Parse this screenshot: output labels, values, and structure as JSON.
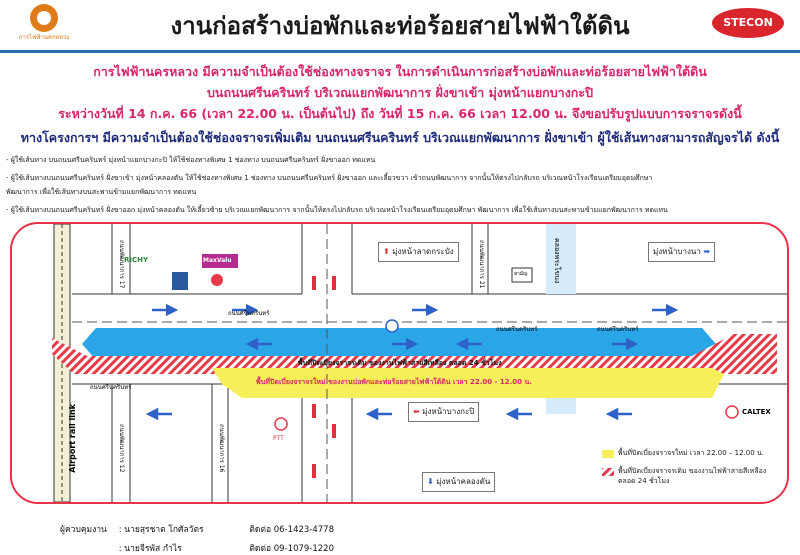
{
  "header": {
    "title": "งานก่อสร้างบ่อพักและท่อร้อยสายไฟฟ้าใต้ดิน",
    "left_logo_text": "การไฟฟ้านครหลวง",
    "right_logo_text": "STECON"
  },
  "notice": {
    "line1": "การไฟฟ้านครหลวง มีความจำเป็นต้องใช้ช่องทางจราจร ในการดำเนินการก่อสร้างบ่อพักและท่อร้อยสายไฟฟ้าใต้ดิน",
    "line2": "บนถนนศรีนครินทร์ บริเวณแยกพัฒนาการ ฝั่งขาเข้า มุ่งหน้าแยกบางกะปิ",
    "line3": "ระหว่างวันที่ 14 ก.ค. 66 (เวลา 22.00 น. เป็นต้นไป) ถึง วันที่ 15 ก.ค. 66 เวลา 12.00 น. จึงขอปรับรูปแบบการจราจรดังนี้",
    "line4": "ทางโครงการฯ มีความจำเป็นต้องใช้ช่องจราจรเพิ่มเติม บนถนนศรีนครินทร์ บริเวณแยกพัฒนาการ ฝั่งขาเข้า ผู้ใช้เส้นทางสามารถสัญจรได้ ดังนี้"
  },
  "bullets": [
    "- ผู้ใช้เส้นทาง บนถนนศรีนครินทร์ มุ่งหน้าแยกบางกะปิ ให้ใช้ช่องทางพิเศษ 1 ช่องทาง บนถนนศรีนครินทร์ ฝั่งขาออก ทดแทน",
    "- ผู้ใช้เส้นทางบนถนนศรีนครินทร์ ฝั่งขาเข้า มุ่งหน้าคลองตัน ให้ใช้ช่องทางพิเศษ 1 ช่องทาง บนถนนศรีนครินทร์ ฝั่งขาออก และเลี้ยวขวา เข้าถนนพัฒนาการ จากนั้นให้ตรงไปกลับรถ บริเวณหน้าโรงเรียนเตรียมอุดมศึกษา",
    "พัฒนาการ เพื่อใช้เส้นทางบนสะพานข้ามแยกพัฒนาการ ทดแทน",
    "- ผู้ใช้เส้นทางบนถนนศรีนครินทร์ ฝั่งขาออก มุ่งหน้าคลองตัน ให้เลี้ยวซ้าย บริเวณแยกพัฒนาการ จากนั้นให้ตรงไปกลับรถ บริเวณหน้าโรงเรียนเตรียมอุดมศึกษา พัฒนาการ เพื่อใช้เส้นทางบนสะพานข้ามแยกพัฒนาการ ทดแทน"
  ],
  "map": {
    "signs": {
      "to_lat_krabang": "มุ่งหน้าลาดกระบัง",
      "to_bang_na": "มุ่งหน้าบางนา",
      "to_bang_kapi": "มุ่งหน้าบางกะปิ",
      "to_khlong_tan": "มุ่งหน้าคลองตัน"
    },
    "road_labels": {
      "srinakarin_1": "ถนนศรีนครินทร์",
      "srinakarin_2": "ถนนศรีนครินทร์",
      "srinakarin_3": "ถนนศรีนครินทร์",
      "srinakarin_4": "ถนนศรีนครินทร์",
      "khlong_bang_na": "คลองพระโขนง",
      "airport_rail_link": "Airport rail link",
      "pattanakarn_soi_21": "ถนนพัฒนาการ 21",
      "pattanakarn_soi_17": "ถนนพัฒนาการ 17",
      "pattanakarn_soi_12": "ถนนพัฒนาการ 12",
      "pattanakarn_soi_16": "ถนนพัฒนาการ 16"
    },
    "zone_labels": {
      "red_zone": "พื้นที่ปิดเบี่ยงจราจรเดิม ของงานไฟฟ้าสายสีเหลือง ตลอด 24 ชั่วโมง",
      "yellow_zone": "พื้นที่ปิดเบี่ยงจราจรใหม่ ของงานบ่อพักและท่อร้อยสายไฟฟ้าใต้ดิน เวลา 22.00 - 12.00 น."
    },
    "landmarks": {
      "richy": "RICHY",
      "maxvalu": "MaxValu",
      "ptt": "PTT",
      "caltex": "CALTEX",
      "sign_text": "สามัญ"
    },
    "legend": {
      "yellow": "พื้นที่ปิดเบี่ยงจราจรใหม่ เวลา 22.00 – 12.00 น.",
      "red_line1": "พื้นที่ปิดเบี่ยงจราจรเดิม ของงานไฟฟ้าสายสีเหลือง",
      "red_line2": "ตลอด 24 ชั่วโมง"
    },
    "colors": {
      "blue_lane": "#2aa6e8",
      "red_zone": "#e53a48",
      "yellow_zone": "#f7ef5a",
      "arrow_blue": "#2e62c9",
      "arrow_red": "#e0303d"
    }
  },
  "contacts": [
    {
      "label": "ผู้ควบคุมงาน",
      "name": ": นายสุรชาต โกศัลวัตร",
      "phone": "ติดต่อ 06-1423-4778"
    },
    {
      "label": "",
      "name": ": นายจีรพัส กำไร",
      "phone": "ติดต่อ 09-1079-1220"
    }
  ]
}
